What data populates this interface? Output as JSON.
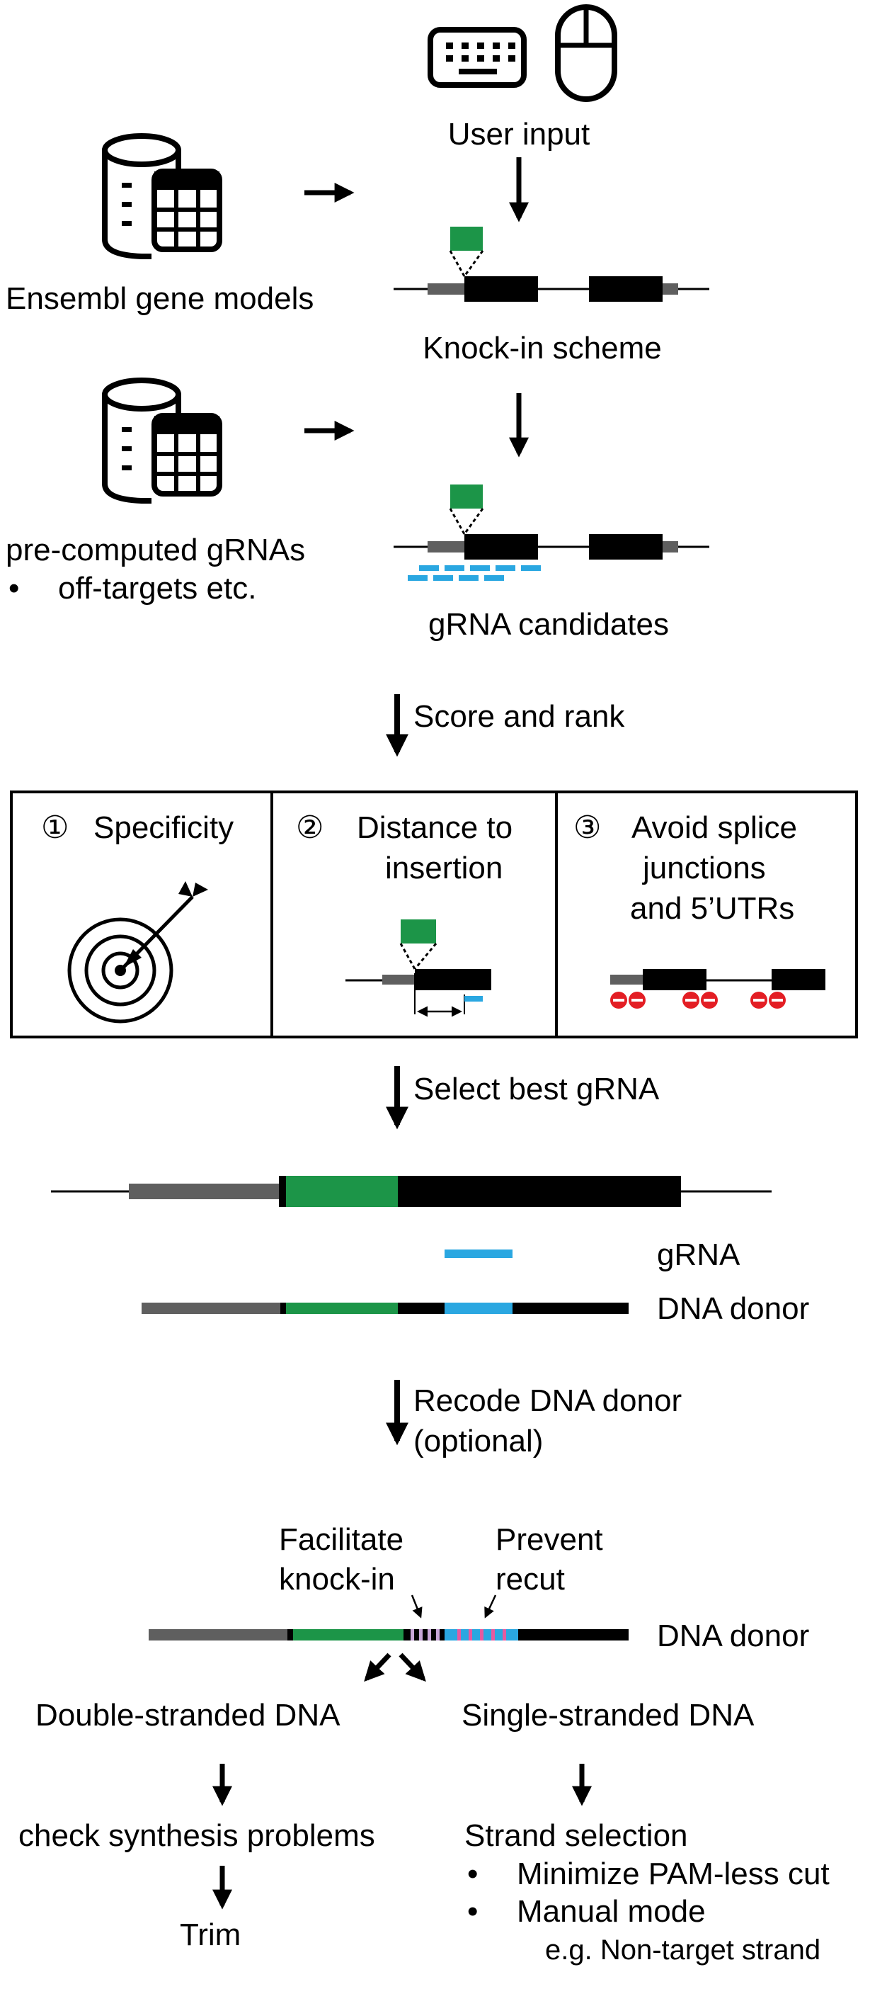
{
  "inputs": {
    "user_input": "User input",
    "ensembl": "Ensembl gene models",
    "knockin_scheme": "Knock-in scheme",
    "precomputed": "pre-computed gRNAs",
    "bullet": "•",
    "offtargets": "off-targets etc.",
    "grna_candidates": "gRNA candidates"
  },
  "steps": {
    "score_rank": "Score and rank",
    "select_best": "Select best gRNA",
    "recode_line1": "Recode DNA donor",
    "recode_line2": "(optional)"
  },
  "criteria": [
    {
      "num": "①",
      "line1": "Specificity"
    },
    {
      "num": "②",
      "line1": "Distance to",
      "line2": "insertion"
    },
    {
      "num": "③",
      "line1": "Avoid splice",
      "line2": "junctions",
      "line3": "and 5’UTRs"
    }
  ],
  "track_labels": {
    "grna": "gRNA",
    "dna_donor": "DNA donor",
    "dna_donor_2": "DNA donor"
  },
  "annotations": {
    "facilitate1": "Facilitate",
    "facilitate2": "knock-in",
    "prevent1": "Prevent",
    "prevent2": "recut"
  },
  "branches": {
    "double": "Double-stranded DNA",
    "single": "Single-stranded DNA",
    "check": "check synthesis problems",
    "trim": "Trim",
    "strand_selection": "Strand selection",
    "bullet": "•",
    "minimize": "Minimize PAM-less cut",
    "manual": "Manual mode",
    "eg": "e.g. Non-target strand"
  },
  "colors": {
    "green": "#1c9548",
    "blue": "#2aa7e1",
    "gray": "#5f5f5f",
    "red": "#e31e24",
    "black": "#000000"
  }
}
